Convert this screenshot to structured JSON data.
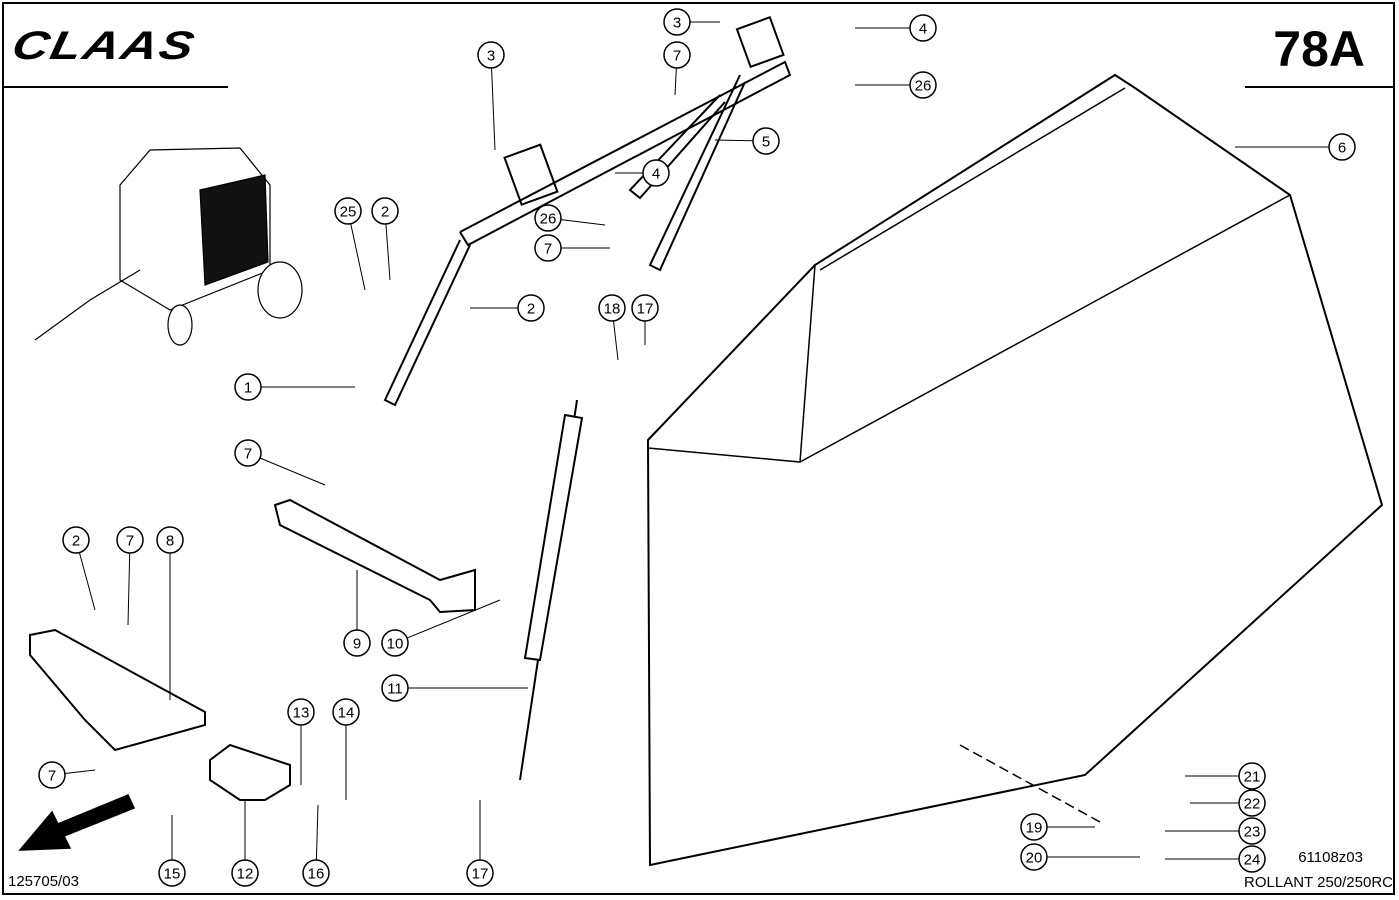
{
  "header": {
    "brand": "CLAAS",
    "page_number": "78A"
  },
  "footer": {
    "left_code": "125705/03",
    "drawing_code": "61108z03",
    "model": "ROLLANT 250/250RC"
  },
  "callouts": [
    "3",
    "3",
    "4",
    "26",
    "7",
    "5",
    "6",
    "4",
    "25",
    "2",
    "26",
    "7",
    "2",
    "18",
    "17",
    "1",
    "7",
    "2",
    "7",
    "8",
    "9",
    "10",
    "11",
    "13",
    "14",
    "7",
    "15",
    "12",
    "16",
    "17",
    "21",
    "22",
    "19",
    "23",
    "20",
    "24"
  ]
}
